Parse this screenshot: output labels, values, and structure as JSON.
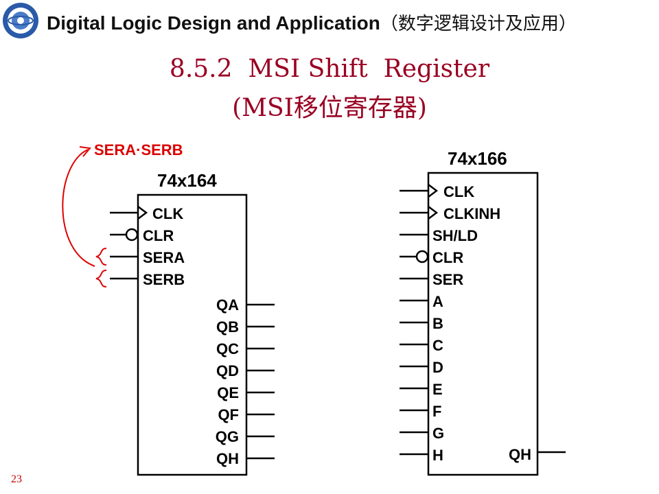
{
  "header": {
    "title": "Digital Logic Design and Application",
    "title_cn": "（数字逻辑设计及应用）",
    "logo": "uestc-seal-logo"
  },
  "slide": {
    "title_line1": "8.5.2  MSI Shift  Register",
    "title_line2": "(MSI移位寄存器)",
    "page_number": "23"
  },
  "chip164": {
    "name": "74x164",
    "inputs": [
      "CLK",
      "CLR",
      "SERA",
      "SERB"
    ],
    "outputs": [
      "QA",
      "QB",
      "QC",
      "QD",
      "QE",
      "QF",
      "QG",
      "QH"
    ],
    "annotation": "SERA·SERB"
  },
  "chip166": {
    "name": "74x166",
    "inputs": [
      "CLK",
      "CLKINH",
      "SH/LD",
      "CLR",
      "SER",
      "A",
      "B",
      "C",
      "D",
      "E",
      "F",
      "G",
      "H"
    ],
    "output": "QH"
  },
  "colors": {
    "title": "#990022",
    "annotation": "#dd0000",
    "ink": "#000000"
  }
}
